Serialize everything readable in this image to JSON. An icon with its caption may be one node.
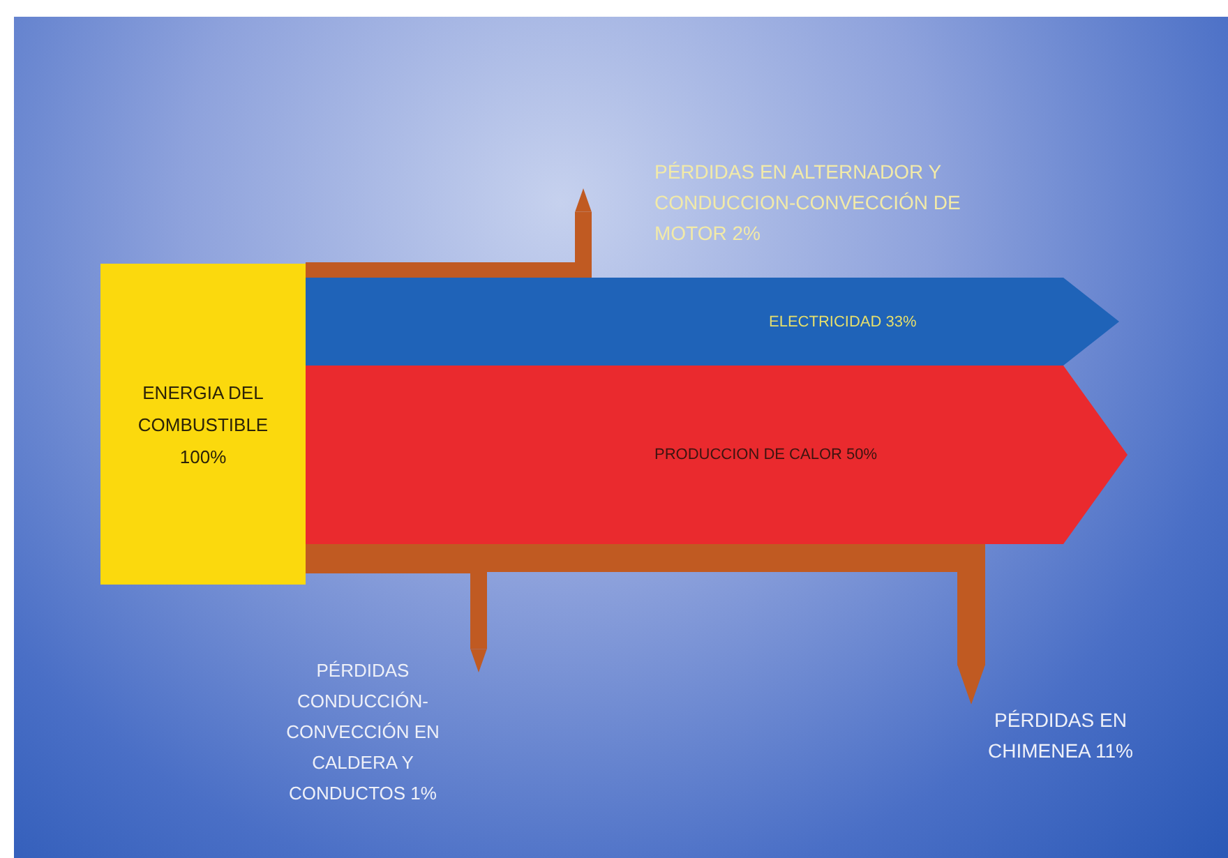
{
  "diagram": {
    "nodes": [
      {
        "text": [
          "ENERGIA DEL COMBUSTIBLE 100%"
        ]
      },
      {
        "text": [
          "ELECTRICIDAD 33%"
        ]
      },
      {
        "text": [
          "PRODUCCION DE CALOR 50%"
        ]
      },
      {
        "text": [
          "PÉRDIDAS EN ALTERNADOR Y CONDUCCION-CONVECCIÓN DE MOTOR 2%"
        ]
      },
      {
        "text": [
          "PÉRDIDAS CONDUCCIÓN-CONVECCIÓN EN CALDERA Y CONDUCTOS 1%"
        ]
      },
      {
        "text": [
          "PÉRDIDAS EN CHIMENEA 11%"
        ]
      }
    ],
    "edges": [
      {
        "from": 0,
        "to": 3,
        "arrow": "to"
      },
      {
        "from": 0,
        "to": 4,
        "arrow": "to"
      },
      {
        "from": 0,
        "to": 5,
        "arrow": "to"
      }
    ]
  }
}
